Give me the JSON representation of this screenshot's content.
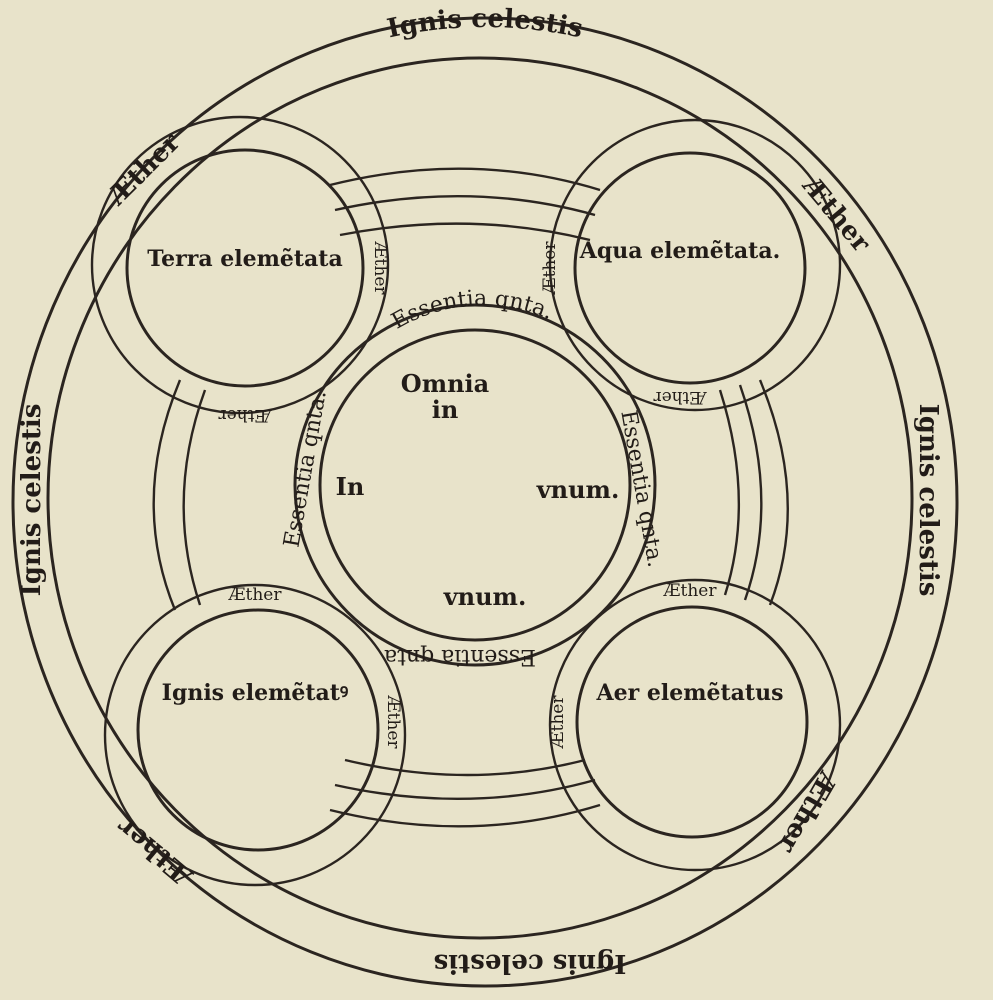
{
  "outer_ring": {
    "top": "Ignis celestis",
    "left": "Ignis celestis",
    "right": "Ignis celestis",
    "bottom": "Ignis celestis"
  },
  "ether_ring": {
    "upper_left": "Æther",
    "upper_right": "Æther",
    "lower_right": "Æther",
    "lower_left": "Æther"
  },
  "elements": {
    "terra": "Terra elemẽtata",
    "aqua": "Aqua elemẽtata.",
    "ignis": "Ignis elemẽtatꝰ",
    "aer": "Aer elemẽtatus"
  },
  "small_ether": {
    "terra_right": "Æther",
    "terra_below": "Æther",
    "aqua_left": "Æther",
    "aqua_below": "Æther",
    "ignis_above": "Æther",
    "ignis_right": "Æther",
    "aer_above": "Æther",
    "aer_left": "Æther"
  },
  "quintessence": {
    "top": "Essentia qnta.",
    "left": "Essentia qnta.",
    "right": "Essentia qnta.",
    "bottom": "Essentia qnta"
  },
  "center": {
    "omnia": "Omnia",
    "in_top": "in",
    "in_left": "In",
    "vnum_right": "vnum.",
    "vnum_bottom": "vnum."
  },
  "colors": {
    "paper": "#e8e3ca",
    "ink": "#2b2520"
  }
}
